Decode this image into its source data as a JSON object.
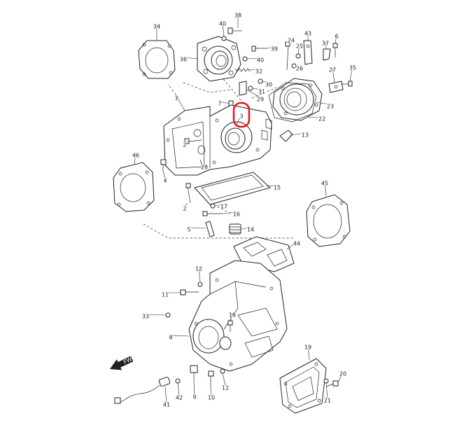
{
  "diagram": {
    "highlight_color": "#e8141c",
    "highlighted_callout": "3",
    "front_arrow_text": "FWD",
    "callouts": [
      {
        "id": "38",
        "text": "38"
      },
      {
        "id": "40a",
        "text": "40"
      },
      {
        "id": "34",
        "text": "34"
      },
      {
        "id": "36",
        "text": "36"
      },
      {
        "id": "39",
        "text": "39"
      },
      {
        "id": "40b",
        "text": "40"
      },
      {
        "id": "32",
        "text": "32"
      },
      {
        "id": "24",
        "text": "24"
      },
      {
        "id": "43",
        "text": "43"
      },
      {
        "id": "6",
        "text": "6"
      },
      {
        "id": "25",
        "text": "25"
      },
      {
        "id": "37",
        "text": "37"
      },
      {
        "id": "26",
        "text": "26"
      },
      {
        "id": "27",
        "text": "27"
      },
      {
        "id": "35",
        "text": "35"
      },
      {
        "id": "30",
        "text": "30"
      },
      {
        "id": "31",
        "text": "31"
      },
      {
        "id": "29",
        "text": "29"
      },
      {
        "id": "1",
        "text": "1"
      },
      {
        "id": "7",
        "text": "7"
      },
      {
        "id": "3",
        "text": "3"
      },
      {
        "id": "23",
        "text": "23"
      },
      {
        "id": "22",
        "text": "22"
      },
      {
        "id": "13",
        "text": "13"
      },
      {
        "id": "2a",
        "text": "2"
      },
      {
        "id": "46",
        "text": "46"
      },
      {
        "id": "28",
        "text": "28"
      },
      {
        "id": "4",
        "text": "4"
      },
      {
        "id": "15",
        "text": "15"
      },
      {
        "id": "45",
        "text": "45"
      },
      {
        "id": "2b",
        "text": "2"
      },
      {
        "id": "17",
        "text": "17"
      },
      {
        "id": "16",
        "text": "16"
      },
      {
        "id": "5",
        "text": "5"
      },
      {
        "id": "14",
        "text": "14"
      },
      {
        "id": "44",
        "text": "44"
      },
      {
        "id": "12a",
        "text": "12"
      },
      {
        "id": "11",
        "text": "11"
      },
      {
        "id": "33",
        "text": "33"
      },
      {
        "id": "18",
        "text": "18"
      },
      {
        "id": "8",
        "text": "8"
      },
      {
        "id": "19",
        "text": "19"
      },
      {
        "id": "9",
        "text": "9"
      },
      {
        "id": "12b",
        "text": "12"
      },
      {
        "id": "20",
        "text": "20"
      },
      {
        "id": "41",
        "text": "41"
      },
      {
        "id": "42",
        "text": "42"
      },
      {
        "id": "10",
        "text": "10"
      },
      {
        "id": "21",
        "text": "21"
      }
    ]
  }
}
